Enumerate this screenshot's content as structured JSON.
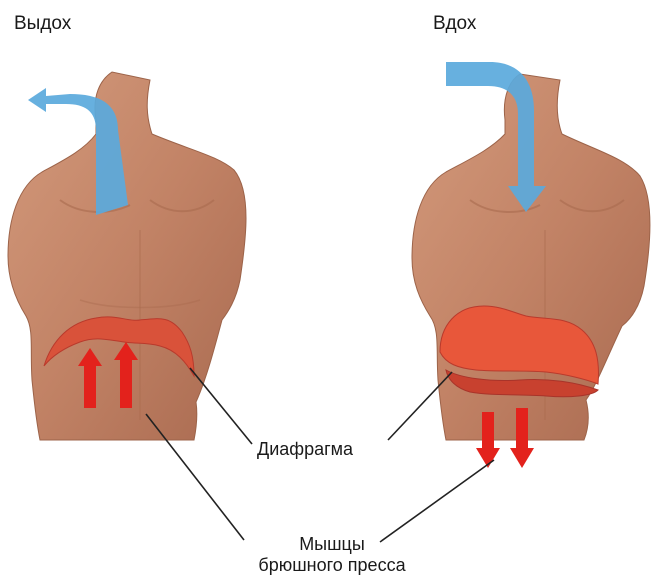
{
  "labels": {
    "exhale": "Выдох",
    "inhale": "Вдох",
    "diaphragm": "Диафрагма",
    "abdominal_muscles_line1": "Мышцы",
    "abdominal_muscles_line2": "брюшного пресса"
  },
  "colors": {
    "skin": "#c78a6c",
    "skin_shadow": "#a86a4e",
    "air_arrow": "#5aa9dc",
    "diaphragm_relaxed": "#d9523a",
    "diaphragm_contracted": "#e8573a",
    "diaphragm_dark": "#b93a2c",
    "muscle_arrow": "#e3221c"
  }
}
